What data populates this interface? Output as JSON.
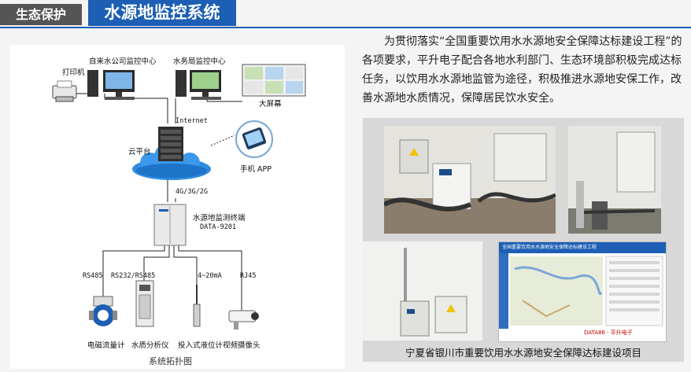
{
  "header": {
    "category_tag": "生态保护",
    "title": "水源地监控系统"
  },
  "topology": {
    "caption": "系统拓扑图",
    "nodes": {
      "printer": "打印机",
      "water_company_center": "自来水公司监控中心",
      "water_bureau_center": "水务局监控中心",
      "big_screen": "大屏幕",
      "internet": "Internet",
      "cloud_platform": "云平台",
      "mobile_app": "手机 APP",
      "network": "4G/3G/2G",
      "terminal_name": "水源地监测终端",
      "terminal_model": "DATA-9201"
    },
    "interfaces": [
      "RS485",
      "RS232/RS485",
      "4~20mA",
      "RJ45"
    ],
    "devices": [
      "电磁流量计",
      "水质分析仪",
      "投入式液位计",
      "视频摄像头"
    ]
  },
  "intro": {
    "text": "为贯彻落实“全国重要饮用水水源地安全保障达标建设工程”的各项要求，平升电子配合各地水利部门、生态环境部积极完成达标任务，以饮用水水源地监管为途径，积极推进水源地安保工作，改善水源地水质情况，保障居民饮水安全。"
  },
  "gallery": {
    "caption": "宁夏省银川市重要饮用水水源地安全保障达标建设项目",
    "screen_title": "全国重要饮用水水源地安全保障达标建设工程",
    "screen_brand": "DATA86 · 平升电子"
  },
  "colors": {
    "tag_gray": "#555555",
    "brand_blue": "#1c5fb4",
    "cloud_blue": "#2f8be0"
  }
}
